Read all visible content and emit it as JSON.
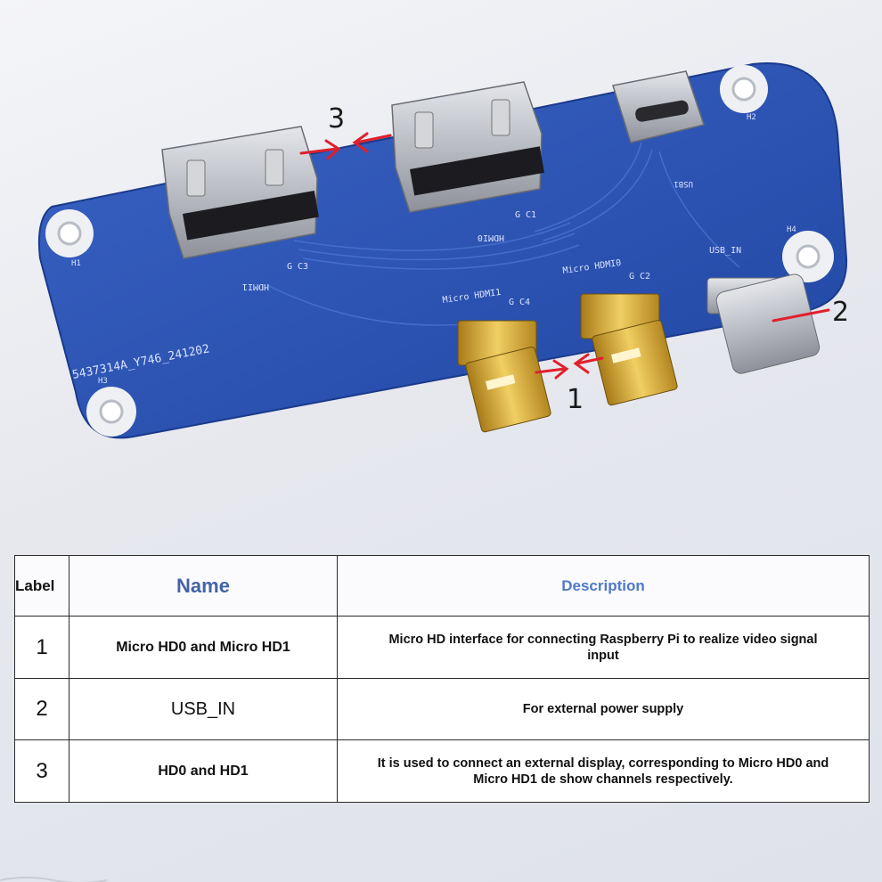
{
  "board": {
    "serial": "5437314A_Y746_241202",
    "holes": [
      "H1",
      "H2",
      "H3",
      "H4"
    ],
    "connectors": {
      "hdmi1": "HDMI1",
      "hdmi0": "HDMI0",
      "usb_c_top": "USB1",
      "micro_hdmi1": "Micro HDMI1",
      "micro_hdmi0": "Micro HDMI0",
      "usb_in": "USB_IN"
    },
    "component_refs": [
      "G C3",
      "G C1",
      "G C4",
      "G C2"
    ]
  },
  "callouts": [
    "1",
    "2",
    "3"
  ],
  "colors": {
    "pcb": "#2c55b8",
    "arrow": "#e0202c",
    "header_name": "#4463a8",
    "header_desc": "#4f78c9"
  },
  "table": {
    "headers": {
      "label": "Label",
      "name": "Name",
      "description": "Description"
    },
    "rows": [
      {
        "label": "1",
        "name": "Micro HD0 and Micro HD1",
        "description": "Micro HD interface for connecting Raspberry Pi to realize video signal input"
      },
      {
        "label": "2",
        "name": "USB_IN",
        "description": "For external power supply"
      },
      {
        "label": "3",
        "name": "HD0 and HD1",
        "description": "It is used to connect an external display, corresponding to Micro HD0 and Micro HD1 de show channels respectively."
      }
    ]
  }
}
